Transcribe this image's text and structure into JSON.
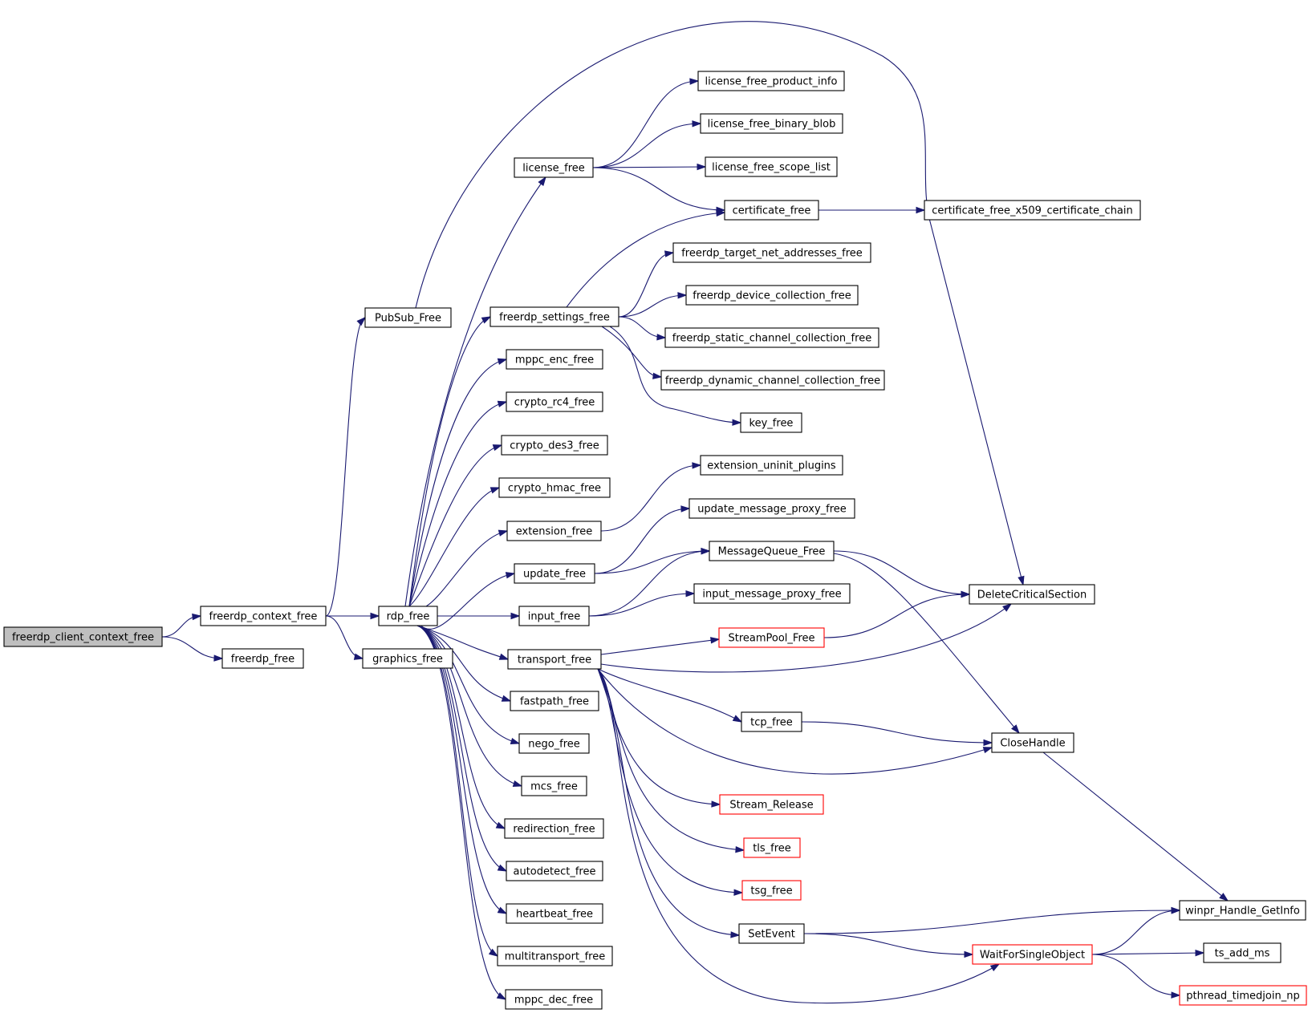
{
  "graph": {
    "root": "freerdp_client_context_free",
    "nodes": [
      {
        "id": "freerdp_client_context_free",
        "label": "freerdp_client_context_free",
        "style": "root"
      },
      {
        "id": "freerdp_context_free",
        "label": "freerdp_context_free",
        "style": "normal"
      },
      {
        "id": "freerdp_free",
        "label": "freerdp_free",
        "style": "normal"
      },
      {
        "id": "PubSub_Free",
        "label": "PubSub_Free",
        "style": "normal"
      },
      {
        "id": "rdp_free",
        "label": "rdp_free",
        "style": "normal"
      },
      {
        "id": "graphics_free",
        "label": "graphics_free",
        "style": "normal"
      },
      {
        "id": "license_free",
        "label": "license_free",
        "style": "normal"
      },
      {
        "id": "freerdp_settings_free",
        "label": "freerdp_settings_free",
        "style": "normal"
      },
      {
        "id": "mppc_enc_free",
        "label": "mppc_enc_free",
        "style": "normal"
      },
      {
        "id": "crypto_rc4_free",
        "label": "crypto_rc4_free",
        "style": "normal"
      },
      {
        "id": "crypto_des3_free",
        "label": "crypto_des3_free",
        "style": "normal"
      },
      {
        "id": "crypto_hmac_free",
        "label": "crypto_hmac_free",
        "style": "normal"
      },
      {
        "id": "extension_free",
        "label": "extension_free",
        "style": "normal"
      },
      {
        "id": "update_free",
        "label": "update_free",
        "style": "normal"
      },
      {
        "id": "input_free",
        "label": "input_free",
        "style": "normal"
      },
      {
        "id": "transport_free",
        "label": "transport_free",
        "style": "normal"
      },
      {
        "id": "fastpath_free",
        "label": "fastpath_free",
        "style": "normal"
      },
      {
        "id": "nego_free",
        "label": "nego_free",
        "style": "normal"
      },
      {
        "id": "mcs_free",
        "label": "mcs_free",
        "style": "normal"
      },
      {
        "id": "redirection_free",
        "label": "redirection_free",
        "style": "normal"
      },
      {
        "id": "autodetect_free",
        "label": "autodetect_free",
        "style": "normal"
      },
      {
        "id": "heartbeat_free",
        "label": "heartbeat_free",
        "style": "normal"
      },
      {
        "id": "multitransport_free",
        "label": "multitransport_free",
        "style": "normal"
      },
      {
        "id": "mppc_dec_free",
        "label": "mppc_dec_free",
        "style": "normal"
      },
      {
        "id": "license_free_product_info",
        "label": "license_free_product_info",
        "style": "normal"
      },
      {
        "id": "license_free_binary_blob",
        "label": "license_free_binary_blob",
        "style": "normal"
      },
      {
        "id": "license_free_scope_list",
        "label": "license_free_scope_list",
        "style": "normal"
      },
      {
        "id": "certificate_free",
        "label": "certificate_free",
        "style": "normal"
      },
      {
        "id": "certificate_free_x509_certificate_chain",
        "label": "certificate_free_x509_certificate_chain",
        "style": "normal"
      },
      {
        "id": "freerdp_target_net_addresses_free",
        "label": "freerdp_target_net_addresses_free",
        "style": "normal"
      },
      {
        "id": "freerdp_device_collection_free",
        "label": "freerdp_device_collection_free",
        "style": "normal"
      },
      {
        "id": "freerdp_static_channel_collection_free",
        "label": "freerdp_static_channel_collection_free",
        "style": "normal"
      },
      {
        "id": "freerdp_dynamic_channel_collection_free",
        "label": "freerdp_dynamic_channel_collection_free",
        "style": "normal"
      },
      {
        "id": "key_free",
        "label": "key_free",
        "style": "normal"
      },
      {
        "id": "extension_uninit_plugins",
        "label": "extension_uninit_plugins",
        "style": "normal"
      },
      {
        "id": "update_message_proxy_free",
        "label": "update_message_proxy_free",
        "style": "normal"
      },
      {
        "id": "MessageQueue_Free",
        "label": "MessageQueue_Free",
        "style": "normal"
      },
      {
        "id": "input_message_proxy_free",
        "label": "input_message_proxy_free",
        "style": "normal"
      },
      {
        "id": "StreamPool_Free",
        "label": "StreamPool_Free",
        "style": "truncated"
      },
      {
        "id": "DeleteCriticalSection",
        "label": "DeleteCriticalSection",
        "style": "normal"
      },
      {
        "id": "tcp_free",
        "label": "tcp_free",
        "style": "normal"
      },
      {
        "id": "CloseHandle",
        "label": "CloseHandle",
        "style": "normal"
      },
      {
        "id": "Stream_Release",
        "label": "Stream_Release",
        "style": "truncated"
      },
      {
        "id": "tls_free",
        "label": "tls_free",
        "style": "truncated"
      },
      {
        "id": "tsg_free",
        "label": "tsg_free",
        "style": "truncated"
      },
      {
        "id": "SetEvent",
        "label": "SetEvent",
        "style": "normal"
      },
      {
        "id": "WaitForSingleObject",
        "label": "WaitForSingleObject",
        "style": "truncated"
      },
      {
        "id": "winpr_Handle_GetInfo",
        "label": "winpr_Handle_GetInfo",
        "style": "normal"
      },
      {
        "id": "ts_add_ms",
        "label": "ts_add_ms",
        "style": "normal"
      },
      {
        "id": "pthread_timedjoin_np",
        "label": "pthread_timedjoin_np",
        "style": "truncated"
      }
    ],
    "edges": [
      [
        "freerdp_client_context_free",
        "freerdp_context_free"
      ],
      [
        "freerdp_client_context_free",
        "freerdp_free"
      ],
      [
        "freerdp_context_free",
        "PubSub_Free"
      ],
      [
        "freerdp_context_free",
        "rdp_free"
      ],
      [
        "freerdp_context_free",
        "graphics_free"
      ],
      [
        "PubSub_Free",
        "DeleteCriticalSection"
      ],
      [
        "rdp_free",
        "license_free"
      ],
      [
        "rdp_free",
        "freerdp_settings_free"
      ],
      [
        "rdp_free",
        "mppc_enc_free"
      ],
      [
        "rdp_free",
        "crypto_rc4_free"
      ],
      [
        "rdp_free",
        "crypto_des3_free"
      ],
      [
        "rdp_free",
        "crypto_hmac_free"
      ],
      [
        "rdp_free",
        "extension_free"
      ],
      [
        "rdp_free",
        "update_free"
      ],
      [
        "rdp_free",
        "input_free"
      ],
      [
        "rdp_free",
        "transport_free"
      ],
      [
        "rdp_free",
        "fastpath_free"
      ],
      [
        "rdp_free",
        "nego_free"
      ],
      [
        "rdp_free",
        "mcs_free"
      ],
      [
        "rdp_free",
        "redirection_free"
      ],
      [
        "rdp_free",
        "autodetect_free"
      ],
      [
        "rdp_free",
        "heartbeat_free"
      ],
      [
        "rdp_free",
        "multitransport_free"
      ],
      [
        "rdp_free",
        "mppc_dec_free"
      ],
      [
        "license_free",
        "license_free_product_info"
      ],
      [
        "license_free",
        "license_free_binary_blob"
      ],
      [
        "license_free",
        "license_free_scope_list"
      ],
      [
        "license_free",
        "certificate_free"
      ],
      [
        "certificate_free",
        "certificate_free_x509_certificate_chain"
      ],
      [
        "freerdp_settings_free",
        "certificate_free"
      ],
      [
        "freerdp_settings_free",
        "freerdp_target_net_addresses_free"
      ],
      [
        "freerdp_settings_free",
        "freerdp_device_collection_free"
      ],
      [
        "freerdp_settings_free",
        "freerdp_static_channel_collection_free"
      ],
      [
        "freerdp_settings_free",
        "freerdp_dynamic_channel_collection_free"
      ],
      [
        "freerdp_settings_free",
        "key_free"
      ],
      [
        "extension_free",
        "extension_uninit_plugins"
      ],
      [
        "update_free",
        "update_message_proxy_free"
      ],
      [
        "update_free",
        "MessageQueue_Free"
      ],
      [
        "input_free",
        "MessageQueue_Free"
      ],
      [
        "input_free",
        "input_message_proxy_free"
      ],
      [
        "MessageQueue_Free",
        "DeleteCriticalSection"
      ],
      [
        "MessageQueue_Free",
        "CloseHandle"
      ],
      [
        "transport_free",
        "StreamPool_Free"
      ],
      [
        "transport_free",
        "DeleteCriticalSection"
      ],
      [
        "transport_free",
        "tcp_free"
      ],
      [
        "transport_free",
        "CloseHandle"
      ],
      [
        "transport_free",
        "Stream_Release"
      ],
      [
        "transport_free",
        "tls_free"
      ],
      [
        "transport_free",
        "tsg_free"
      ],
      [
        "transport_free",
        "SetEvent"
      ],
      [
        "transport_free",
        "WaitForSingleObject"
      ],
      [
        "StreamPool_Free",
        "DeleteCriticalSection"
      ],
      [
        "tcp_free",
        "CloseHandle"
      ],
      [
        "CloseHandle",
        "winpr_Handle_GetInfo"
      ],
      [
        "SetEvent",
        "winpr_Handle_GetInfo"
      ],
      [
        "SetEvent",
        "WaitForSingleObject"
      ],
      [
        "WaitForSingleObject",
        "winpr_Handle_GetInfo"
      ],
      [
        "WaitForSingleObject",
        "ts_add_ms"
      ],
      [
        "WaitForSingleObject",
        "pthread_timedjoin_np"
      ]
    ]
  },
  "colors": {
    "edge": "#191970",
    "root_fill": "#bfbfbf",
    "node_border": "#000000",
    "truncated_border": "#ff0000"
  }
}
